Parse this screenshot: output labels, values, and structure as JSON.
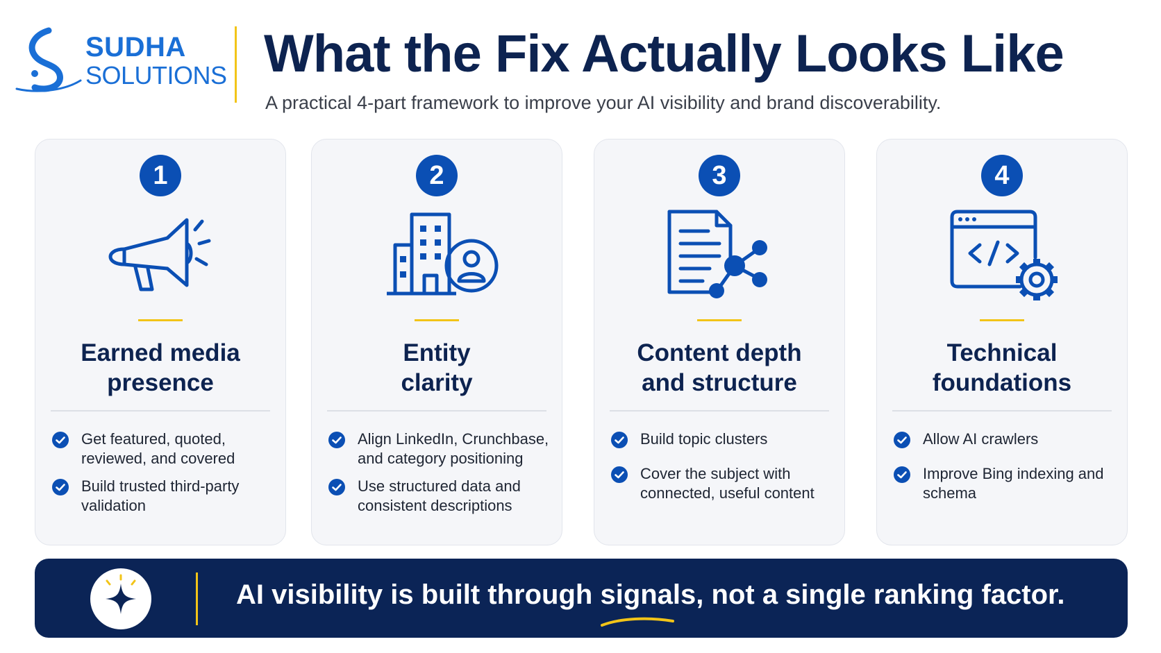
{
  "header": {
    "brand_line1": "SUDHA",
    "brand_line2": "SOLUTIONS",
    "title": "What the Fix Actually Looks Like",
    "subtitle": "A practical 4-part framework to improve your AI visibility and brand discoverability."
  },
  "colors": {
    "navy": "#0d2350",
    "brand_blue": "#1a6fd6",
    "accent_blue": "#0b4fb4",
    "accent_yellow": "#f2c418",
    "banner_bg": "#0b2456",
    "card_bg": "#f5f6f9"
  },
  "cards": [
    {
      "number": "1",
      "icon": "megaphone-icon",
      "heading": "Earned media presence",
      "items": [
        "Get featured, quoted, reviewed, and covered",
        "Build trusted third-party validation"
      ]
    },
    {
      "number": "2",
      "icon": "building-user-icon",
      "heading": "Entity clarity",
      "items": [
        "Align LinkedIn, Crunchbase, and category positioning",
        "Use structured data and consistent descriptions"
      ]
    },
    {
      "number": "3",
      "icon": "document-network-icon",
      "heading": "Content depth and structure",
      "items": [
        "Build topic clusters",
        "Cover the subject with connected, useful content"
      ]
    },
    {
      "number": "4",
      "icon": "code-window-gear-icon",
      "heading": "Technical foundations",
      "items": [
        "Allow AI crawlers",
        "Improve Bing indexing and schema"
      ]
    }
  ],
  "banner": {
    "icon": "sparkle-icon",
    "message": "AI visibility is built through signals, not a single ranking factor."
  }
}
